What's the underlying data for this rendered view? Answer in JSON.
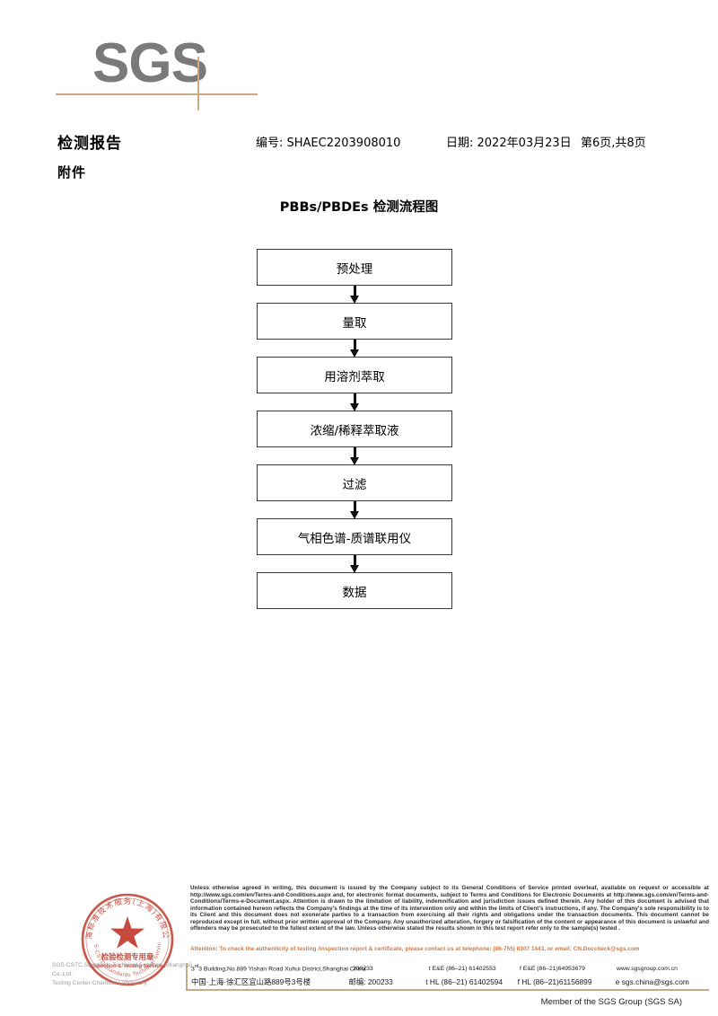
{
  "logo": {
    "text": "SGS",
    "rule_color": "#c9a986",
    "text_color": "#7a7a7a"
  },
  "header": {
    "title": "检测报告",
    "subtitle": "附件",
    "report_no": "编号: SHAEC2203908010",
    "date": "日期: 2022年03月23日",
    "page": "第6页,共8页"
  },
  "flowchart": {
    "title": "PBBs/PBDEs 检测流程图",
    "steps": [
      {
        "label": "预处理"
      },
      {
        "label": "量取"
      },
      {
        "label": "用溶剂萃取"
      },
      {
        "label": "浓缩/稀释萃取液"
      },
      {
        "label": "过滤"
      },
      {
        "label": "气相色谱-质谱联用仪"
      },
      {
        "label": "数据"
      }
    ]
  },
  "seal": {
    "outer_text_cn": "上海标准技术服务(上海)有限公司",
    "outer_text_en": "SGS-CSTC Standards Technical Services",
    "center_text_cn": "检验检测专用章",
    "center_text_en": "Inspection & Testing Services",
    "color": "#c0392b",
    "caption_line1": "SGS-CSTC Standards Technical Services (Shanghai) Co.,Ltd.",
    "caption_line2": "Testing Center-Chemical Laboratory"
  },
  "footer": {
    "legal": "Unless otherwise agreed in writing, this document is issued by the Company subject to its General Conditions of Service printed overleaf, available on request or accessible at http://www.sgs.com/en/Terms-and-Conditions.aspx and, for electronic format documents, subject to Terms and Conditions for Electronic Documents at http://www.sgs.com/en/Terms-and-Conditions/Terms-e-Document.aspx. Attention is drawn to the limitation of liability, indemnification and jurisdiction issues defined therein. Any holder of this document is advised that information contained hereon reflects the Company's findings at the time of its intervention only and within the limits of Client's instructions, if any. The Company's sole responsibility is to its Client and this document does not exonerate parties to a transaction from exercising all their rights and obligations under the transaction documents. This document cannot be reproduced except in full, without prior written approval of the Company. Any unauthorized alteration, forgery or falsification of the content or appearance of this document is unlawful and offenders may be prosecuted to the fullest extent of the law. Unless otherwise stated the results shown in this test report refer only to the sample(s) tested .",
    "attention": "Attention: To check the authenticity of testing /inspection report & certificate, please contact us at telephone: (86-755) 8307 1443, or email: CN.Doccheck@sgs.com",
    "attention_color": "#d2763a",
    "address_en": {
      "street": "3 Building,No.889 Yishan Road Xuhui District,Shanghai China",
      "street_sup": "rd",
      "zip": "200233",
      "tel": "t E&E (86–21) 61402553",
      "fax": "f E&E (86–21)64953679",
      "web": "www.sgsgroup.com.cn"
    },
    "address_cn": {
      "street": "中国·上海·徐汇区宜山路889号3号楼",
      "zip": "邮编: 200233",
      "tel": "t HL (86–21) 61402594",
      "fax": "f HL (86–21)61156899",
      "web": "e sgs.china@sgs.com"
    },
    "member": "Member of the SGS Group (SGS SA)"
  }
}
